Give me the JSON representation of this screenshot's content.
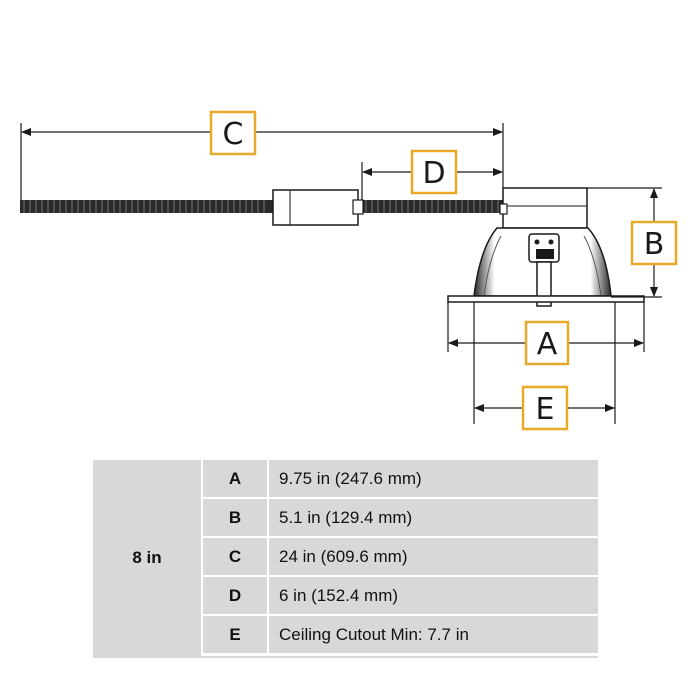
{
  "dimension_labels": {
    "a": "A",
    "b": "B",
    "c": "C",
    "d": "D",
    "e": "E"
  },
  "colors": {
    "label_box_border": "#e8a92a",
    "line": "#1a1a1a",
    "table_fill": "#d8d8d8"
  },
  "spec_table": {
    "size_label": "8 in",
    "rows": [
      {
        "key": "A",
        "value": "9.75 in (247.6 mm)"
      },
      {
        "key": "B",
        "value": "5.1 in (129.4 mm)"
      },
      {
        "key": "C",
        "value": "24 in (609.6 mm)"
      },
      {
        "key": "D",
        "value": "6 in (152.4 mm)"
      },
      {
        "key": "E",
        "value": "Ceiling Cutout Min: 7.7 in"
      }
    ]
  }
}
